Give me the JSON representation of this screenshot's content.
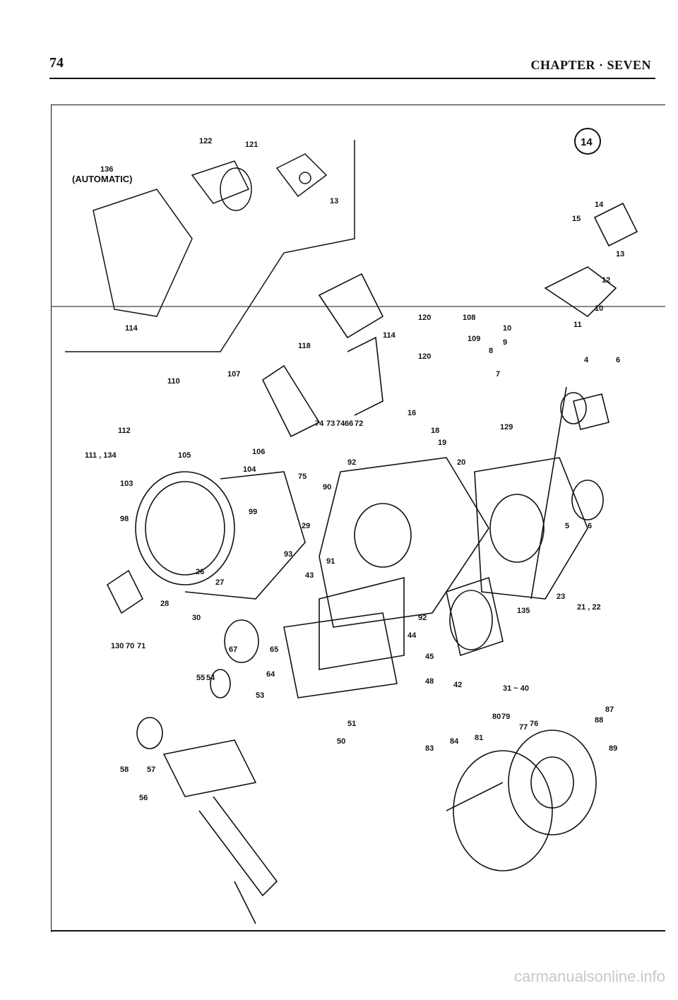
{
  "header": {
    "page_number": "74",
    "chapter": "CHAPTER · SEVEN"
  },
  "figure": {
    "badge": "14",
    "variant_label": "(AUTOMATIC)",
    "part_labels": [
      "136",
      "122",
      "121",
      "13",
      "114",
      "110",
      "107",
      "118",
      "114",
      "112",
      "111 , 134",
      "105",
      "106",
      "104",
      "103",
      "98",
      "99",
      "93",
      "26",
      "27",
      "28",
      "30",
      "74",
      "73",
      "74",
      "66",
      "72",
      "75",
      "92",
      "90",
      "29",
      "91",
      "43",
      "92",
      "44",
      "45",
      "48",
      "135",
      "31 ~ 40",
      "42",
      "130",
      "70",
      "71",
      "67",
      "65",
      "64",
      "55",
      "54",
      "53",
      "51",
      "50",
      "58",
      "57",
      "56",
      "83",
      "84",
      "81",
      "80",
      "79",
      "77",
      "76",
      "87",
      "88",
      "89",
      "120",
      "120",
      "108",
      "109",
      "16",
      "18",
      "19",
      "20",
      "129",
      "10",
      "9",
      "8",
      "7",
      "11",
      "10",
      "12",
      "13",
      "15",
      "14",
      "4",
      "6",
      "5",
      "6",
      "23",
      "21 , 22"
    ]
  },
  "watermark": "carmanualsonline.info"
}
